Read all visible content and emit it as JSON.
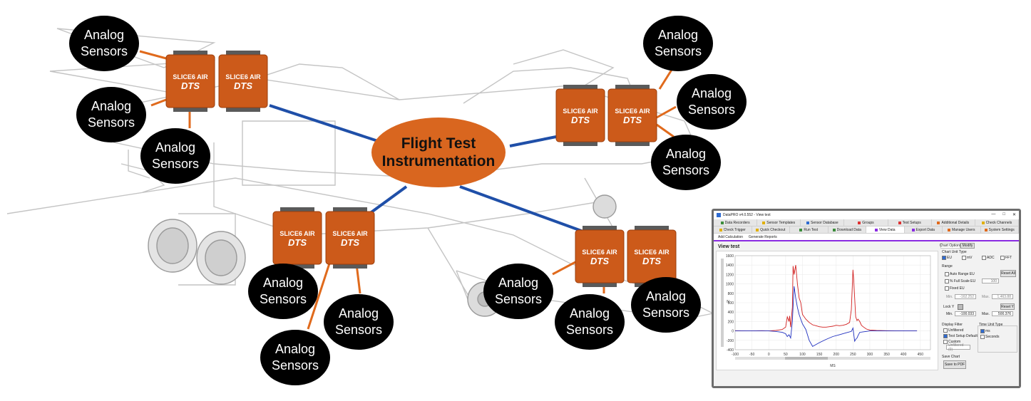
{
  "hub": {
    "line1": "Flight Test",
    "line2": "Instrumentation"
  },
  "sensor_label": {
    "line1": "Analog",
    "line2": "Sensors"
  },
  "module": {
    "brand": "SLICE6 AIR",
    "logo": "DTS"
  },
  "colors": {
    "link_blue": "#1f4fa8",
    "lead_orange": "#e06a1c",
    "module_orange": "#cc5a1a",
    "hub_orange": "#d9661f"
  },
  "window": {
    "title": "DataPRO v4.0.552 - View test",
    "tabs_row1": [
      "Data Recorders",
      "Sensor Templates",
      "Sensor Database",
      "Groups",
      "Test Setups",
      "Additional Details",
      "Check Channels"
    ],
    "tabs_row2": [
      "Check Trigger",
      "Quick Checkout",
      "Run Test",
      "Download Data",
      "View Data",
      "Export Data",
      "Manage Users",
      "System Settings"
    ],
    "active_tab": "View Data",
    "subtabs": [
      "Add Calculation",
      "Generate Reports"
    ],
    "panel_title": "View test",
    "side": {
      "chart_options_tab": "Chart Options",
      "modify_tab": "Modify",
      "chart_unit_type": "Chart Unit Type",
      "units": [
        "EU",
        "mV",
        "ADC",
        "FFT"
      ],
      "range": "Range",
      "auto_range": "Auto Range EU",
      "full_scale": "% Full Scale EU",
      "full_scale_value": "100",
      "fixed_eu": "Fixed EU",
      "min_label": "Min.",
      "max_label": "Max.",
      "range_min_value": "-162.252",
      "range_max_value": "1,463.88",
      "reset_all": "Reset All",
      "lock_y": "Lock Y",
      "lock_min_value": "-100.033",
      "lock_max_value": "500.376",
      "reset_y": "Reset Y",
      "display_filter": "Display Filter",
      "filters": [
        "Unfiltered",
        "Test Setup Default",
        "Custom"
      ],
      "custom_value": "Unfiltered (0)",
      "time_unit_type": "Time Unit Type",
      "time_units": [
        "ms",
        "Seconds"
      ],
      "save_chart": "Save Chart",
      "save_pdf": "Save to PDF"
    }
  },
  "chart_data": {
    "type": "line",
    "xlabel": "MS",
    "ylabel": "N",
    "xlim": [
      -100,
      480
    ],
    "ylim": [
      -400,
      1600
    ],
    "xticks": [
      -100,
      -50,
      0,
      50,
      100,
      150,
      200,
      250,
      300,
      350,
      400,
      450
    ],
    "yticks": [
      -400,
      -200,
      0,
      200,
      400,
      600,
      800,
      1000,
      1200,
      1400,
      1600
    ],
    "grid": true,
    "series": [
      {
        "color": "#d21f1f",
        "x": [
          -100,
          -60,
          -20,
          0,
          20,
          40,
          50,
          55,
          60,
          62,
          65,
          70,
          72,
          75,
          80,
          85,
          90,
          95,
          100,
          110,
          120,
          130,
          140,
          150,
          160,
          170,
          180,
          190,
          200,
          210,
          220,
          230,
          240,
          245,
          250,
          252,
          255,
          258,
          262,
          265,
          270,
          275,
          280,
          290,
          300,
          320,
          350,
          400,
          440
        ],
        "y": [
          5,
          0,
          5,
          0,
          10,
          30,
          80,
          300,
          200,
          320,
          80,
          500,
          1380,
          1200,
          1400,
          1000,
          700,
          600,
          350,
          250,
          180,
          130,
          110,
          90,
          80,
          80,
          90,
          100,
          120,
          110,
          120,
          140,
          180,
          450,
          1300,
          1100,
          700,
          300,
          220,
          250,
          200,
          120,
          90,
          40,
          20,
          10,
          5,
          0,
          0
        ]
      },
      {
        "color": "#1f2fbf",
        "x": [
          -100,
          -60,
          -20,
          0,
          20,
          40,
          50,
          55,
          60,
          65,
          70,
          75,
          80,
          85,
          90,
          95,
          100,
          110,
          120,
          130,
          150,
          170,
          190,
          210,
          230,
          245,
          250,
          255,
          258,
          262,
          265,
          270,
          280,
          290,
          300,
          320,
          350,
          400,
          440
        ],
        "y": [
          0,
          0,
          0,
          0,
          -10,
          -30,
          -60,
          -120,
          -80,
          -150,
          200,
          950,
          700,
          500,
          350,
          250,
          150,
          30,
          -200,
          -330,
          -250,
          -180,
          -120,
          -80,
          -40,
          -10,
          60,
          -220,
          -180,
          -150,
          -100,
          -30,
          -20,
          -10,
          0,
          0,
          0,
          0,
          0
        ]
      }
    ]
  }
}
